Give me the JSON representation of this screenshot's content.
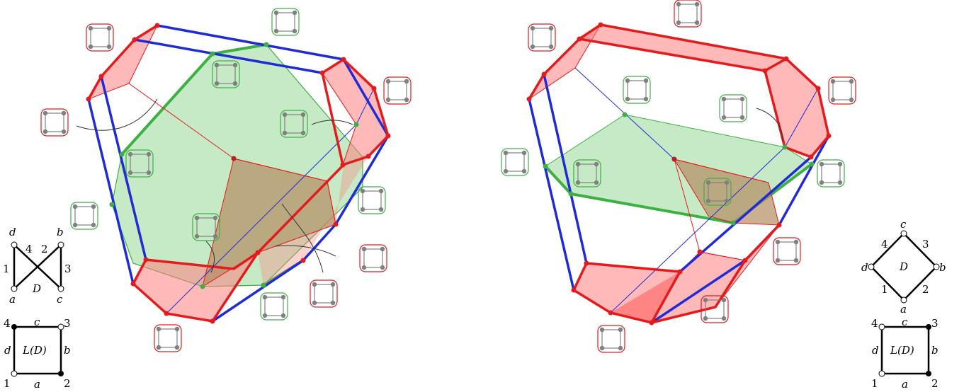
{
  "colors": {
    "blue": "#1f2bd6",
    "red": "#e41a1c",
    "green": "#3cb043",
    "green_fill": "#7fd17f",
    "red_fill": "#ff7f7f",
    "brown_fill": "#b58d63",
    "node_gray": "#808080"
  },
  "left_diagram": {
    "D": {
      "vertices": [
        "a",
        "b",
        "c",
        "d"
      ],
      "edge_labels": [
        "1",
        "2",
        "3",
        "4"
      ],
      "name": "D"
    },
    "LD": {
      "name": "L(D)",
      "side_labels": [
        "a",
        "b",
        "c",
        "d"
      ],
      "corner_labels": [
        "1",
        "2",
        "3",
        "4"
      ]
    }
  },
  "right_diagram": {
    "D": {
      "vertices": [
        "a",
        "b",
        "c",
        "d"
      ],
      "edge_labels": [
        "1",
        "2",
        "3",
        "4"
      ],
      "name": "D"
    },
    "LD": {
      "name": "L(D)",
      "side_labels": [
        "a",
        "b",
        "c",
        "d"
      ],
      "corner_labels": [
        "1",
        "2",
        "3",
        "4"
      ]
    }
  }
}
